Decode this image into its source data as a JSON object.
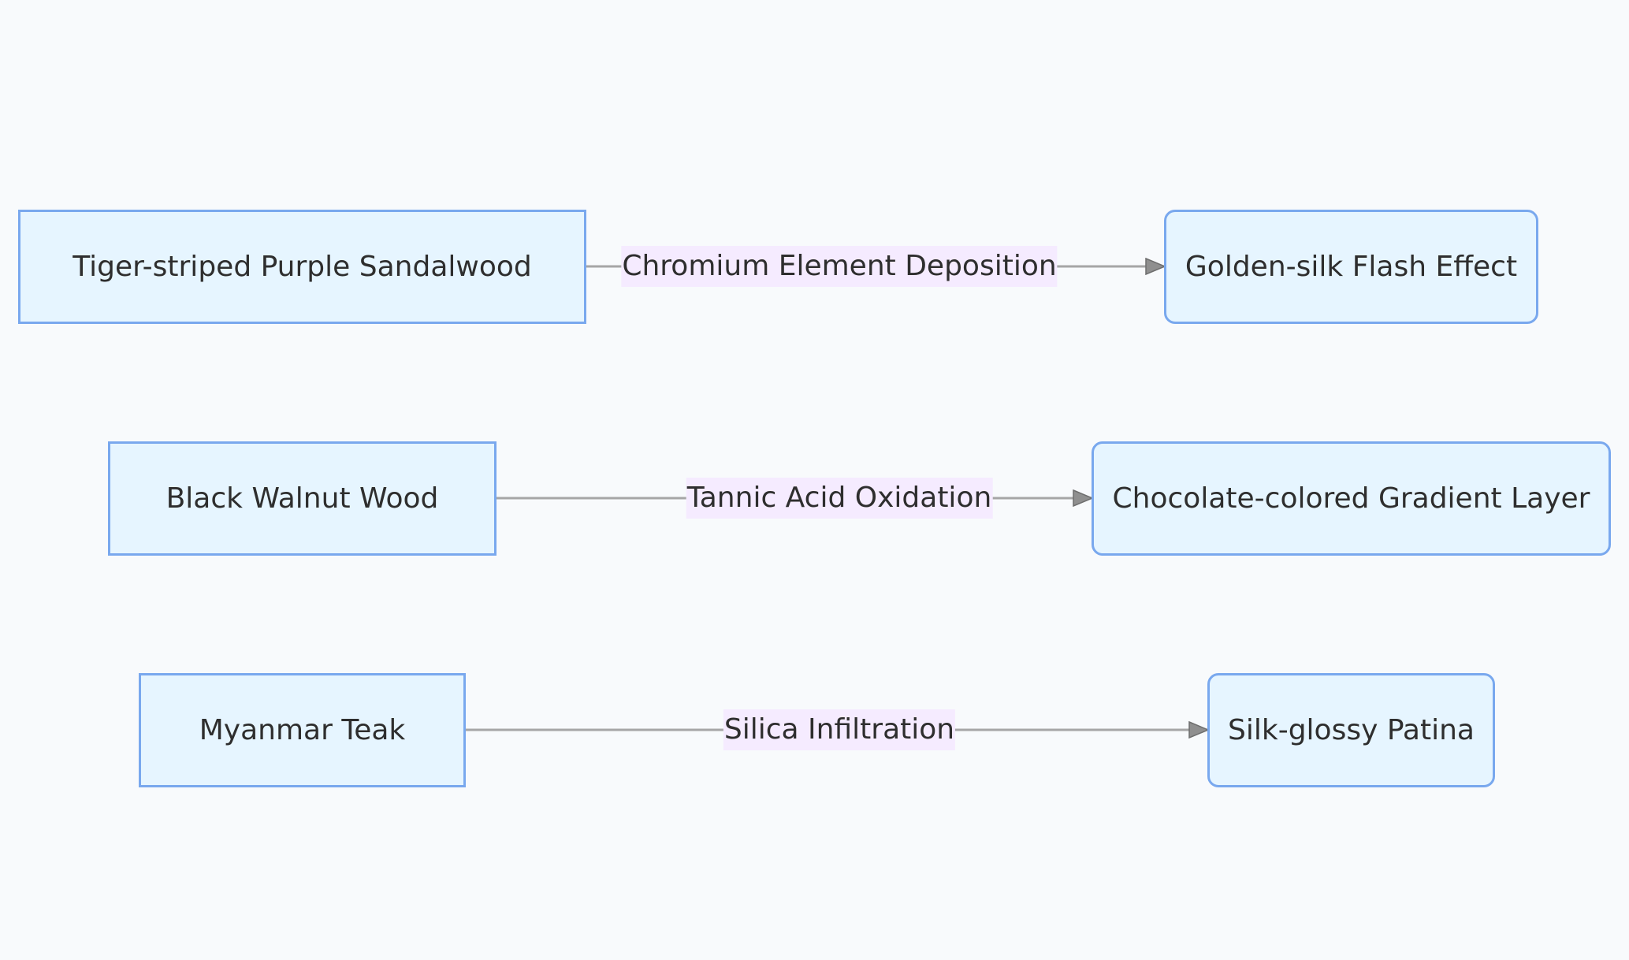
{
  "diagram": {
    "sources": [
      {
        "label": "Tiger-striped Purple Sandalwood"
      },
      {
        "label": "Black Walnut Wood"
      },
      {
        "label": "Myanmar Teak"
      }
    ],
    "targets": [
      {
        "label": "Golden-silk Flash Effect"
      },
      {
        "label": "Chocolate-colored Gradient Layer"
      },
      {
        "label": "Silk-glossy Patina"
      }
    ],
    "edges": [
      {
        "label": "Chromium Element Deposition"
      },
      {
        "label": "Tannic Acid Oxidation"
      },
      {
        "label": "Silica Infiltration"
      }
    ]
  },
  "colors": {
    "background": "#f8fafc",
    "node_fill": "#e6f5ff",
    "node_stroke": "#79a8ee",
    "edge_line": "#a0a0a0",
    "edge_label_fill": "#f5ebff",
    "text": "#2e2e2e"
  }
}
